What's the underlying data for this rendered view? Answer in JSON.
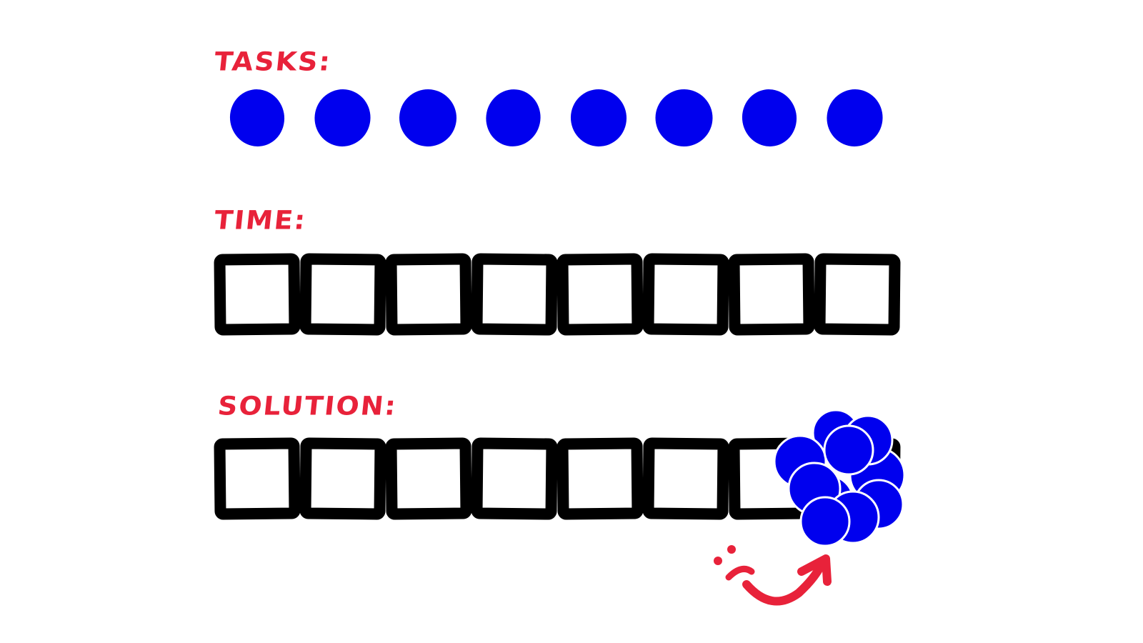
{
  "labels": {
    "tasks": "TASKS:",
    "time": "TIME:",
    "solution": "SOLUTION:"
  },
  "counts": {
    "tasks": 8,
    "time_slots": 8,
    "solution_slots": 8
  },
  "colors": {
    "label": "#e8223a",
    "task": "#0000ee",
    "slot_stroke": "#000000",
    "smiley": "#e8223a"
  },
  "icons": {
    "overflow_arrow": "curved-arrow-icon",
    "face": "sad-face-icon"
  }
}
